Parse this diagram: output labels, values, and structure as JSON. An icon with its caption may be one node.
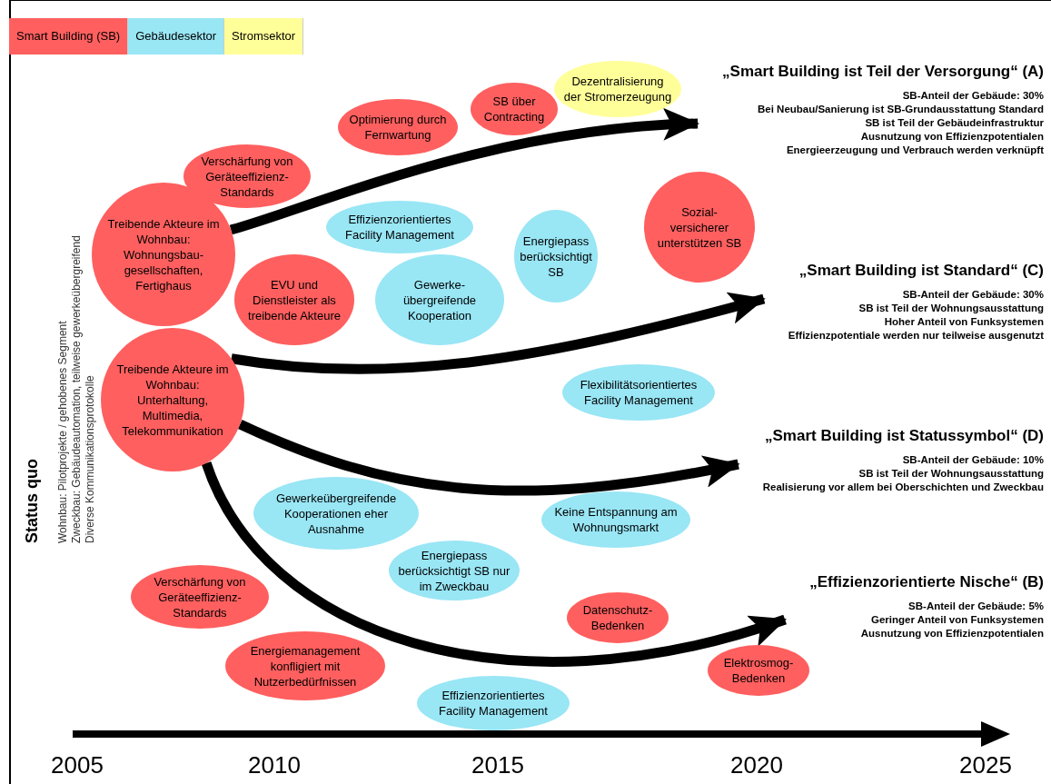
{
  "diagram": {
    "nodes": [
      {
        "text": [
          "Dezentralisierung der Stromerzeugung"
        ]
      },
      {
        "text": [
          "Optimierung durch Fernwartung"
        ]
      },
      {
        "text": [
          "SB über Contracting"
        ]
      },
      {
        "text": [
          "Verschärfung von Geräteeffizienz- Standards"
        ]
      },
      {
        "text": [
          "Effizienzorientiertes Facility Management"
        ]
      },
      {
        "text": [
          "Treibende Akteure im Wohnbau: Wohnungsbau- gesellschaften, Fertighaus"
        ]
      },
      {
        "text": [
          "Energiepass berücksichtigt SB"
        ]
      },
      {
        "text": [
          "Sozial- versicherer unterstützen SB"
        ]
      },
      {
        "text": [
          "EVU und Dienstleister als treibende Akteure"
        ]
      },
      {
        "text": [
          "Gewerke- übergreifende Kooperation"
        ]
      },
      {
        "text": [
          "Flexibilitätsorientiertes Facility Management"
        ]
      },
      {
        "text": [
          "Treibende Akteure im Wohnbau: Unterhaltung, Multimedia, Telekommunikation"
        ]
      },
      {
        "text": [
          "Gewerkeübergreifende Kooperationen eher Ausnahme"
        ]
      },
      {
        "text": [
          "Keine Entspannung am Wohnungsmarkt"
        ]
      },
      {
        "text": [
          "Energiepass berücksichtigt SB nur im Zweckbau"
        ]
      },
      {
        "text": [
          "Verschärfung von Geräteeffizienz- Standards"
        ]
      },
      {
        "text": [
          "Energiemanagement konfligiert mit Nutzerbedürfnissen"
        ]
      },
      {
        "text": [
          "Datenschutz- Bedenken"
        ]
      },
      {
        "text": [
          "Elektrosmog- Bedenken"
        ]
      },
      {
        "text": [
          "Effizienzorientiertes Facility Management"
        ]
      },
      {
        "text": [
          "„Smart Building ist Teil der Versorgung“ (A)",
          "SB-Anteil der Gebäude: 30%",
          "Bei Neubau/Sanierung ist SB-Grundausstattung Standard",
          "SB ist Teil der Gebäudeinfrastruktur",
          "Ausnutzung von Effizienzpotentialen",
          "Energieerzeugung und Verbrauch werden verknüpft"
        ]
      },
      {
        "text": [
          "„Smart Building ist Standard“ (C)",
          "SB-Anteil der Gebäude: 30%",
          "SB ist Teil der Wohnungsausstattung",
          "Hoher Anteil von Funksystemen",
          "Effizienzpotentiale werden nur teilweise ausgenutzt"
        ]
      },
      {
        "text": [
          "„Smart Building ist Statussymbol“ (D)",
          "SB-Anteil der Gebäude: 10%",
          "SB ist Teil der Wohnungsausstattung",
          "Realisierung vor allem bei Oberschichten und Zweckbau"
        ]
      },
      {
        "text": [
          "„Effizienzorientierte Nische“ (B)",
          "SB-Anteil der Gebäude: 5%",
          "Geringer Anteil von Funksystemen",
          "Ausnutzung von Effizienzpotentialen"
        ]
      }
    ],
    "edges": [
      {
        "from": 5,
        "to": 20,
        "arrow": "to"
      },
      {
        "from": 11,
        "to": 21,
        "arrow": "to"
      },
      {
        "from": 11,
        "to": 22,
        "arrow": "to"
      },
      {
        "from": 11,
        "to": 23,
        "arrow": "to"
      }
    ],
    "labels": [
      "Status quo",
      "Wohnbau: Pilotprojekte / gehobenes Segment",
      "Zweckbau: Gebäudeautomation, teilweise gewerkeübergreifend",
      "Diverse Kommunikationsprotokolle",
      "2005",
      "2010",
      "2015",
      "2020",
      "2025"
    ],
    "legend": [
      {
        "text": "Smart Building (SB)",
        "color": "#ff5f5f"
      },
      {
        "text": "Gebäudesektor",
        "color": "#99e6f5"
      },
      {
        "text": "Stromsektor",
        "color": "#ffff99"
      }
    ]
  }
}
